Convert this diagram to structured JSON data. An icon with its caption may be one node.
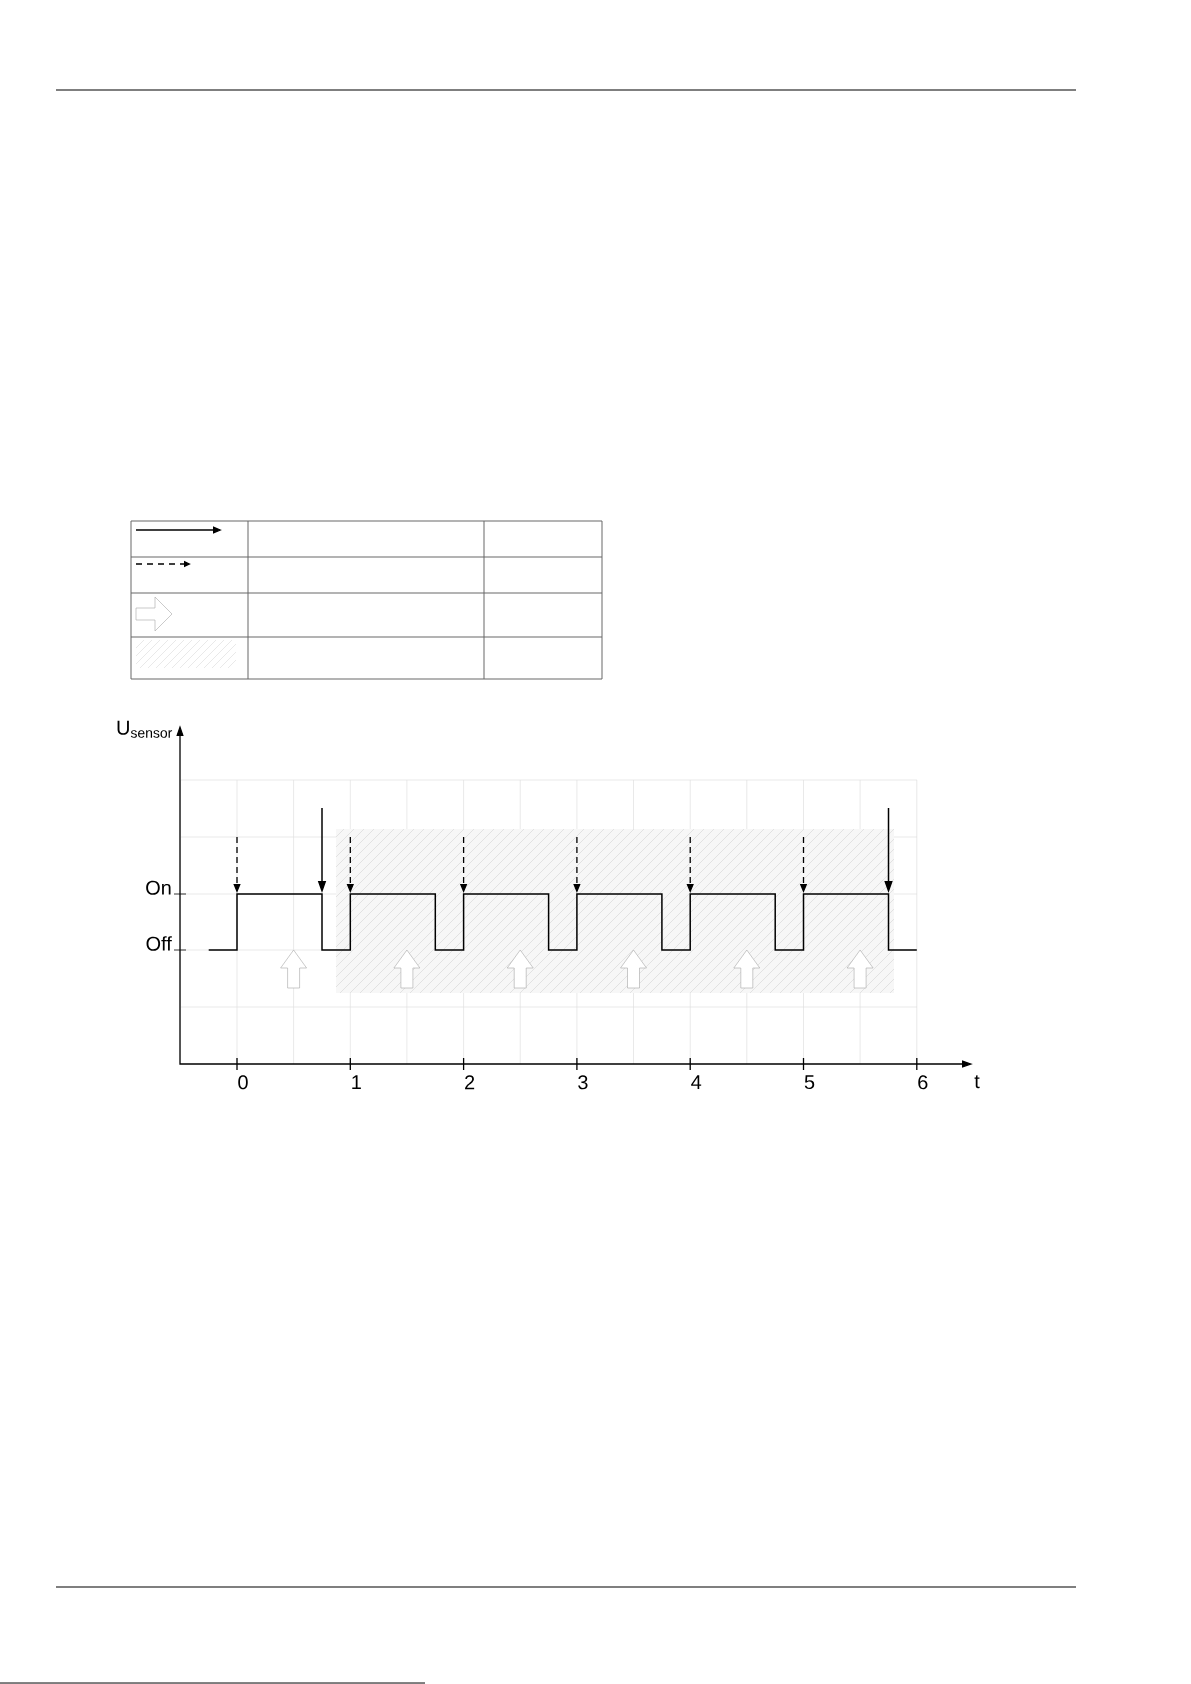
{
  "diagram": {
    "labels": [
      "U$_{sensor}$",
      "On",
      "Off",
      "0",
      "1",
      "2",
      "3",
      "4",
      "5",
      "6",
      "t"
    ]
  }
}
